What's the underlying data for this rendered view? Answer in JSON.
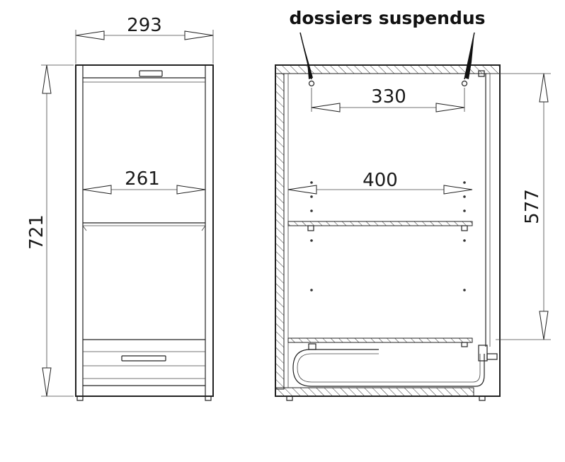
{
  "labels": {
    "title": "dossiers suspendus",
    "front_width": "293",
    "front_height": "721",
    "front_inner_width": "261",
    "side_hole_spacing": "330",
    "side_inner_depth": "400",
    "side_height": "577"
  }
}
